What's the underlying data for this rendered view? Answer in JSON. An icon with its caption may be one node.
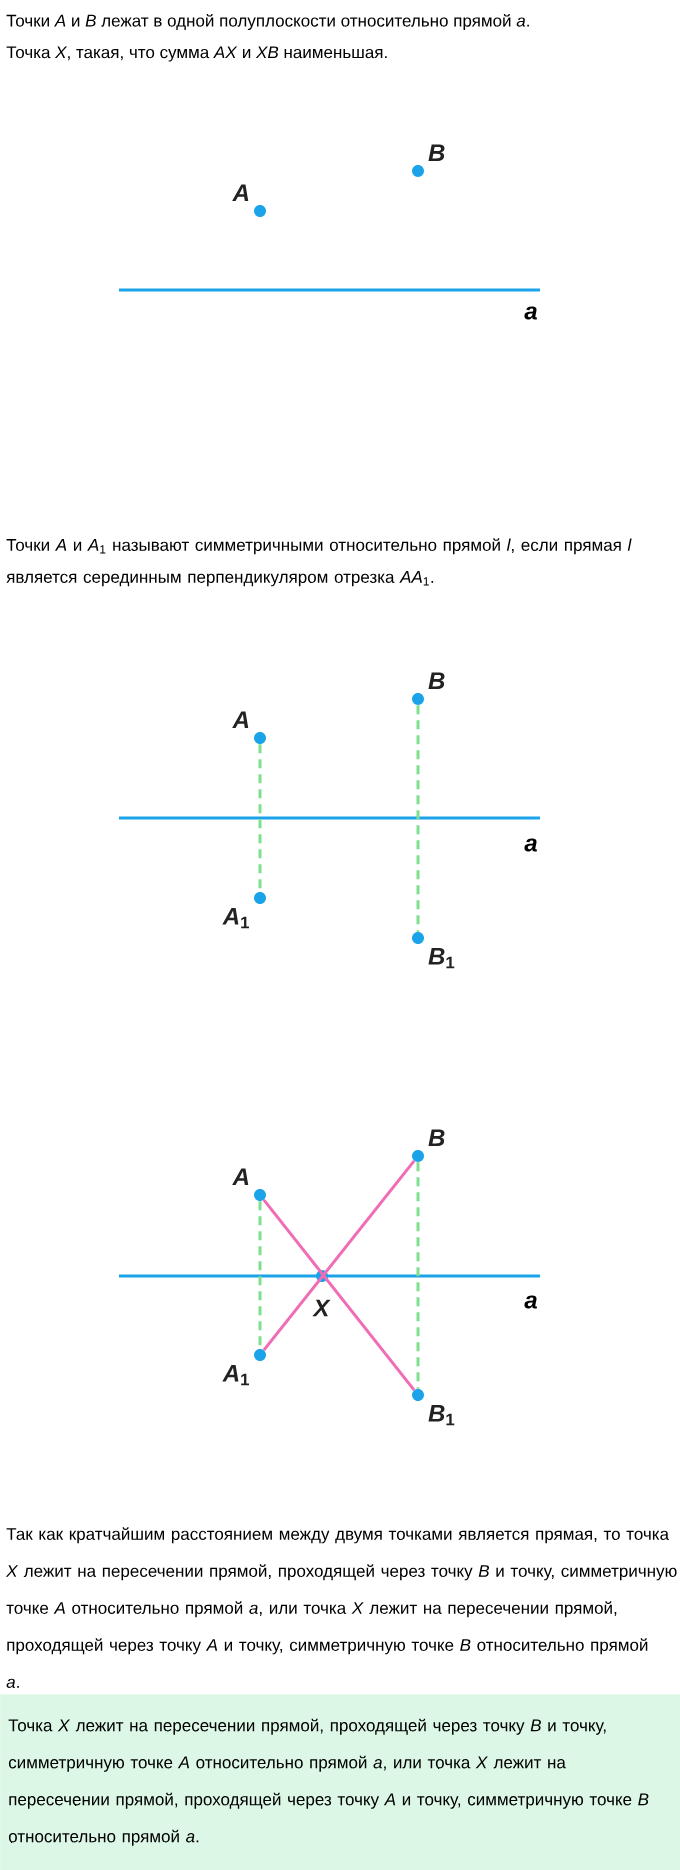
{
  "diagram": {
    "nodes": [
      {
        "text": [
          "*A*"
        ]
      },
      {
        "text": [
          "*B*"
        ]
      },
      {
        "text": [
          "*A*"
        ]
      },
      {
        "text": [
          "*B*"
        ]
      },
      {
        "text": [
          "*A*$_{1}$"
        ]
      },
      {
        "text": [
          "*B*$_{1}$"
        ]
      },
      {
        "text": [
          "*A*"
        ]
      },
      {
        "text": [
          "*B*"
        ]
      },
      {
        "text": [
          "*X*"
        ]
      },
      {
        "text": [
          "*A*$_{1}$"
        ]
      },
      {
        "text": [
          "*B*$_{1}$"
        ]
      },
      {
        "text": [
          "Точка *X* лежит на пересечении прямой, проходящей через точку *B* и точку, симметричную точке *A* относительно прямой *a*, или точка *X* лежит на пересечении прямой, проходящей через точку *A* и точку, симметричную точке *B* относительно прямой *a*."
        ]
      }
    ],
    "edges": [
      {
        "from": 2,
        "to": 4,
        "arrow": "none",
        "style": "dashed",
        "color": "#7ee08f"
      },
      {
        "from": 3,
        "to": 5,
        "arrow": "none",
        "style": "dashed",
        "color": "#7ee08f"
      },
      {
        "from": 6,
        "to": 9,
        "arrow": "none",
        "style": "dashed",
        "color": "#7ee08f"
      },
      {
        "from": 7,
        "to": 10,
        "arrow": "none",
        "style": "dashed",
        "color": "#7ee08f"
      },
      {
        "from": 6,
        "to": 10,
        "arrow": "none",
        "color": "#f06cb4"
      },
      {
        "from": 9,
        "to": 7,
        "arrow": "none",
        "color": "#f06cb4"
      }
    ],
    "labels": [
      "Точки *A* и *B* лежат в одной полуплоскости относительно прямой *a*.",
      "Точка *X*, такая, что сумма *AX* и *XB* наименьшая.",
      "*a*",
      "Точки *A* и *A*$_{1}$ называют симметричными относительно прямой *l*, если прямая *l* является серединным перпендикуляром отрезка *AA*$_{1}$.",
      "*a*",
      "*a*",
      "Так как кратчайшим расстоянием между двумя точками является прямая, то точка *X* лежит на пересечении прямой, проходящей через точку *B* и точку, симметричную точке *A* относительно прямой *a*, или точка *X* лежит на пересечении прямой, проходящей через точку *A* и точку, симметричную точке *B* относительно прямой *a*."
    ]
  }
}
